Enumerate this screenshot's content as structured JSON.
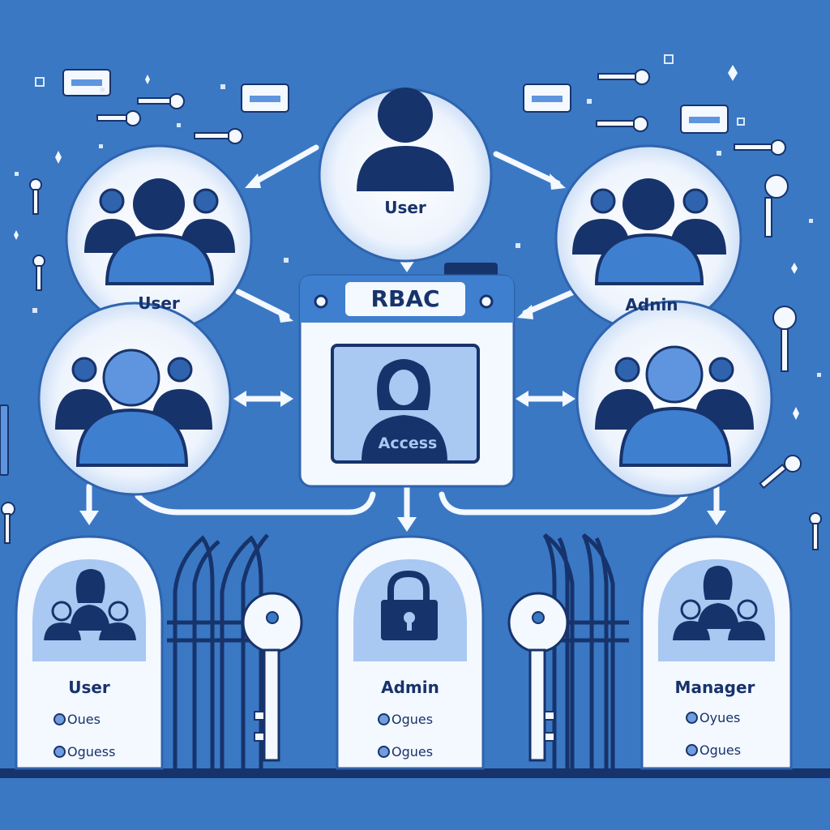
{
  "diagram": {
    "top_node": {
      "label": "User"
    },
    "left_upper_node": {
      "label": "User"
    },
    "right_upper_node": {
      "label": "Adnin"
    },
    "center_panel": {
      "title": "RBAC",
      "image_label": "Access"
    },
    "bottom_cards": [
      {
        "title": "User",
        "items": [
          "Oues",
          "Oguess"
        ],
        "icon": "two-people-icon"
      },
      {
        "title": "Admin",
        "items": [
          "Ogues",
          "Ogues"
        ],
        "icon": "padlock-icon"
      },
      {
        "title": "Manager",
        "items": [
          "Oyues",
          "Ogues"
        ],
        "icon": "two-people-icon"
      }
    ]
  },
  "colors": {
    "background": "#3a78c4",
    "navy": "#17336b",
    "light_blue": "#a9c8f2",
    "white": "#f4f8ff"
  }
}
